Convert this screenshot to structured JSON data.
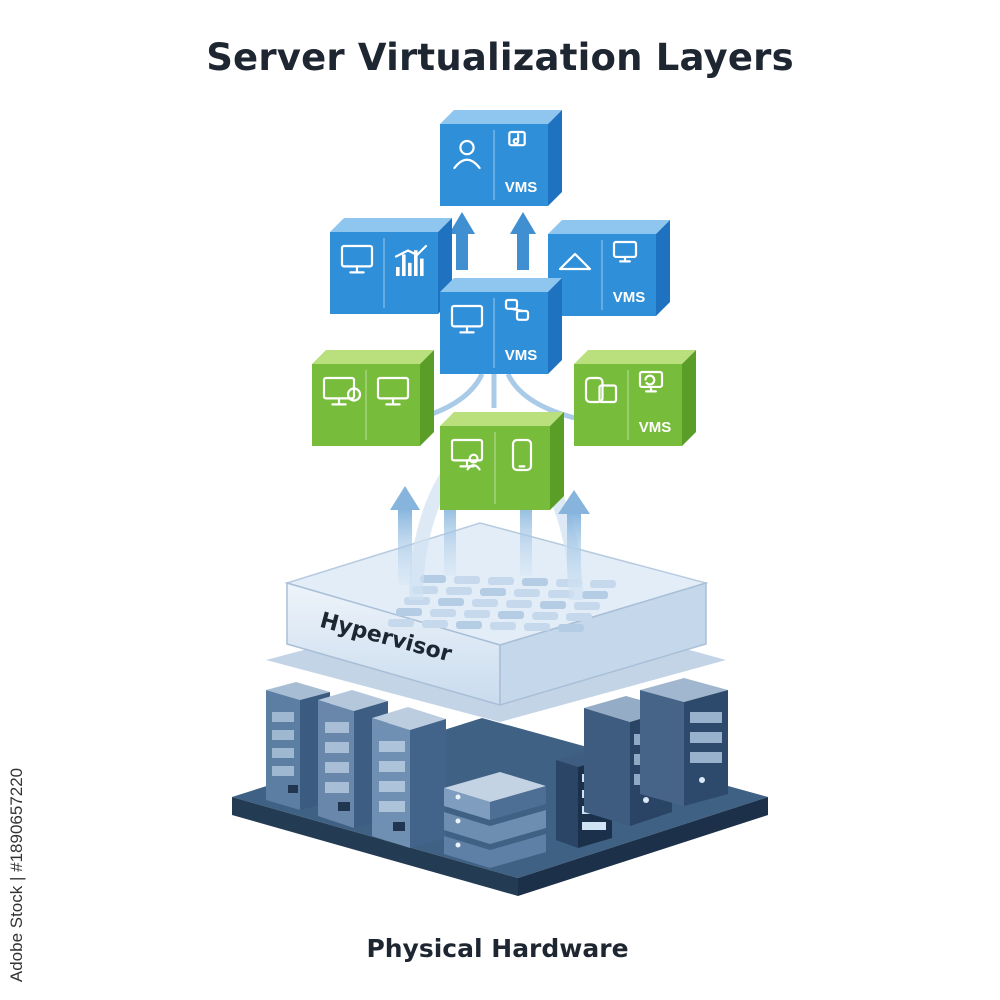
{
  "title": "Server Virtualization Layers",
  "hypervisor_label": "Hypervisor",
  "hardware_label": "Physical Hardware",
  "vm_label": "VMS",
  "stock_id": "Adobe Stock | #1890657220",
  "colors": {
    "blue_front": "#2f8fd8",
    "blue_top": "#8fc6ef",
    "blue_side": "#1f72bf",
    "green_front": "#77bc3a",
    "green_top": "#b9e07c",
    "green_side": "#5a9d27",
    "hypervisor_top": "#dfeaf5",
    "hardware_base": "#2d4966",
    "arrow": "#8fb9dd"
  },
  "cubes": [
    {
      "id": "top",
      "color": "blue",
      "icons": [
        "user-settings-icon",
        "music-document-icon"
      ],
      "has_vms": true
    },
    {
      "id": "upper-left",
      "color": "blue",
      "icons": [
        "monitor-icon",
        "bar-chart-icon"
      ],
      "has_vms": false
    },
    {
      "id": "upper-right",
      "color": "blue",
      "icons": [
        "share-icon",
        "monitor-icon"
      ],
      "has_vms": true
    },
    {
      "id": "center",
      "color": "blue",
      "icons": [
        "monitor-icon",
        "network-icon"
      ],
      "has_vms": true
    },
    {
      "id": "lower-left",
      "color": "green",
      "icons": [
        "monitor-gear-icon",
        "device-icon"
      ],
      "has_vms": false
    },
    {
      "id": "lower-right",
      "color": "green",
      "icons": [
        "devices-icon",
        "monitor-refresh-icon"
      ],
      "has_vms": true
    },
    {
      "id": "bottom",
      "color": "green",
      "icons": [
        "monitor-user-icon",
        "phone-icon"
      ],
      "has_vms": false
    }
  ]
}
